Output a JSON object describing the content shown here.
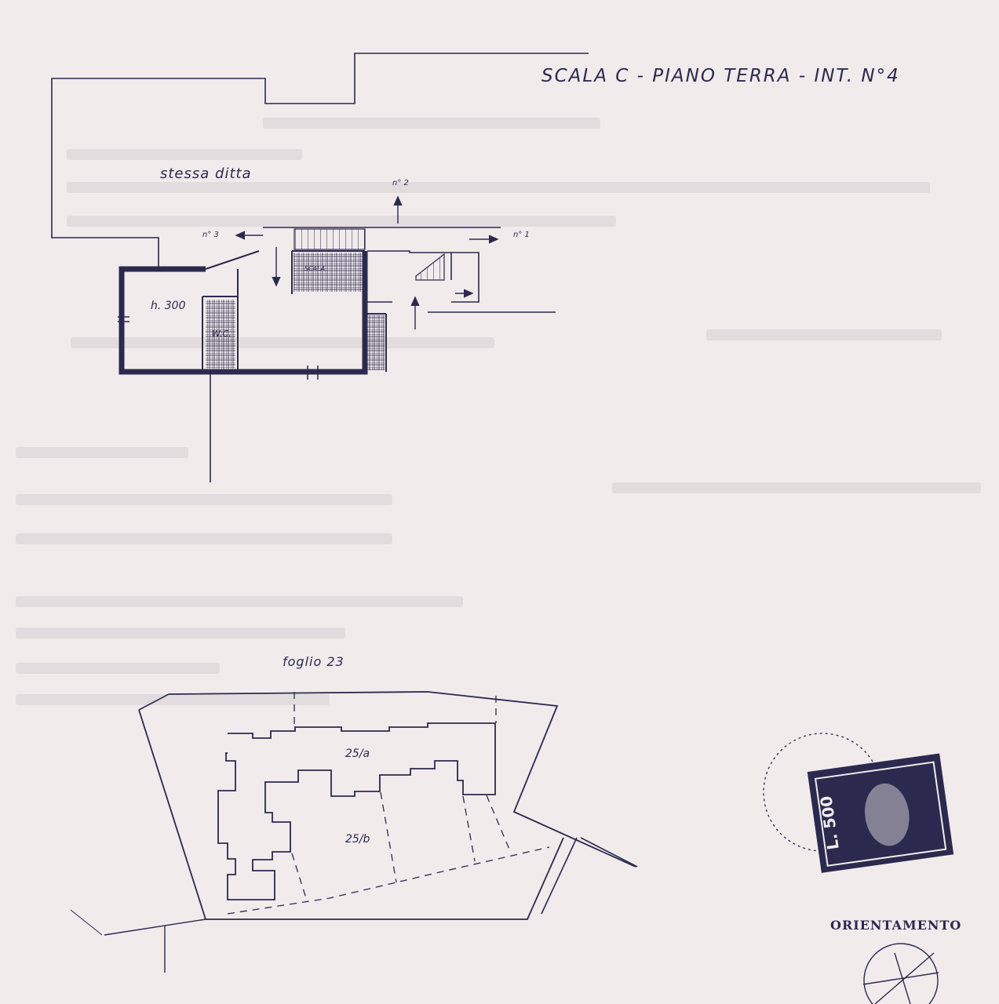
{
  "header": {
    "title": "SCALA  C - PIANO TERRA - INT. N°4"
  },
  "floorplan": {
    "neighbor_label": "stessa ditta",
    "room_height": "h. 300",
    "wc_label": "W.C.",
    "stair_label": "SCALA",
    "neighbor_refs": {
      "n1": "n° 1",
      "n2": "n° 2",
      "n3": "n° 3"
    }
  },
  "site_plan": {
    "sheet_label": "foglio  23",
    "parcel_a": "25/a",
    "parcel_b": "25/b"
  },
  "stamp": {
    "value": "L. 500"
  },
  "orientation": {
    "label": "ORIENTAMENTO"
  },
  "colors": {
    "ink": "#2b2a4e",
    "paper": "#f1ebec"
  }
}
